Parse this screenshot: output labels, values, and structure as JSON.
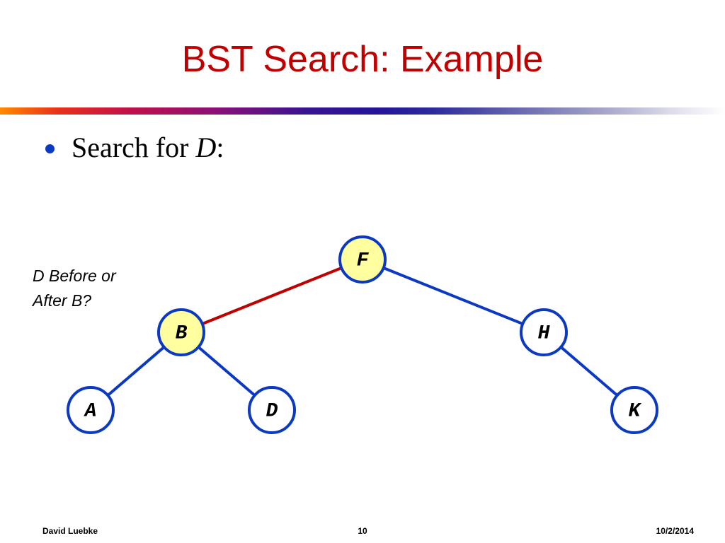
{
  "slide": {
    "title": "BST Search: Example",
    "bullet": {
      "prefix": "Search for ",
      "emphasis": "D",
      "suffix": ":"
    },
    "note": {
      "line1": "D Before or",
      "line2": "After B?"
    },
    "footer": {
      "author": "David Luebke",
      "page": "10",
      "date": "10/2/2014"
    }
  },
  "colors": {
    "title": "#c00000",
    "node_stroke": "#0b39c2",
    "node_fill_default": "#ffffff",
    "node_fill_visited": "#ffffa0",
    "edge_default": "#0b39c2",
    "edge_traversed": "#c00000"
  },
  "tree": {
    "nodes": [
      {
        "id": "F",
        "label": "F",
        "visited": true
      },
      {
        "id": "B",
        "label": "B",
        "visited": true
      },
      {
        "id": "H",
        "label": "H",
        "visited": false
      },
      {
        "id": "A",
        "label": "A",
        "visited": false
      },
      {
        "id": "D",
        "label": "D",
        "visited": false
      },
      {
        "id": "K",
        "label": "K",
        "visited": false
      }
    ],
    "edges": [
      {
        "from": "F",
        "to": "B",
        "traversed": true
      },
      {
        "from": "F",
        "to": "H",
        "traversed": false
      },
      {
        "from": "B",
        "to": "A",
        "traversed": false
      },
      {
        "from": "B",
        "to": "D",
        "traversed": false
      },
      {
        "from": "H",
        "to": "K",
        "traversed": false
      }
    ]
  }
}
